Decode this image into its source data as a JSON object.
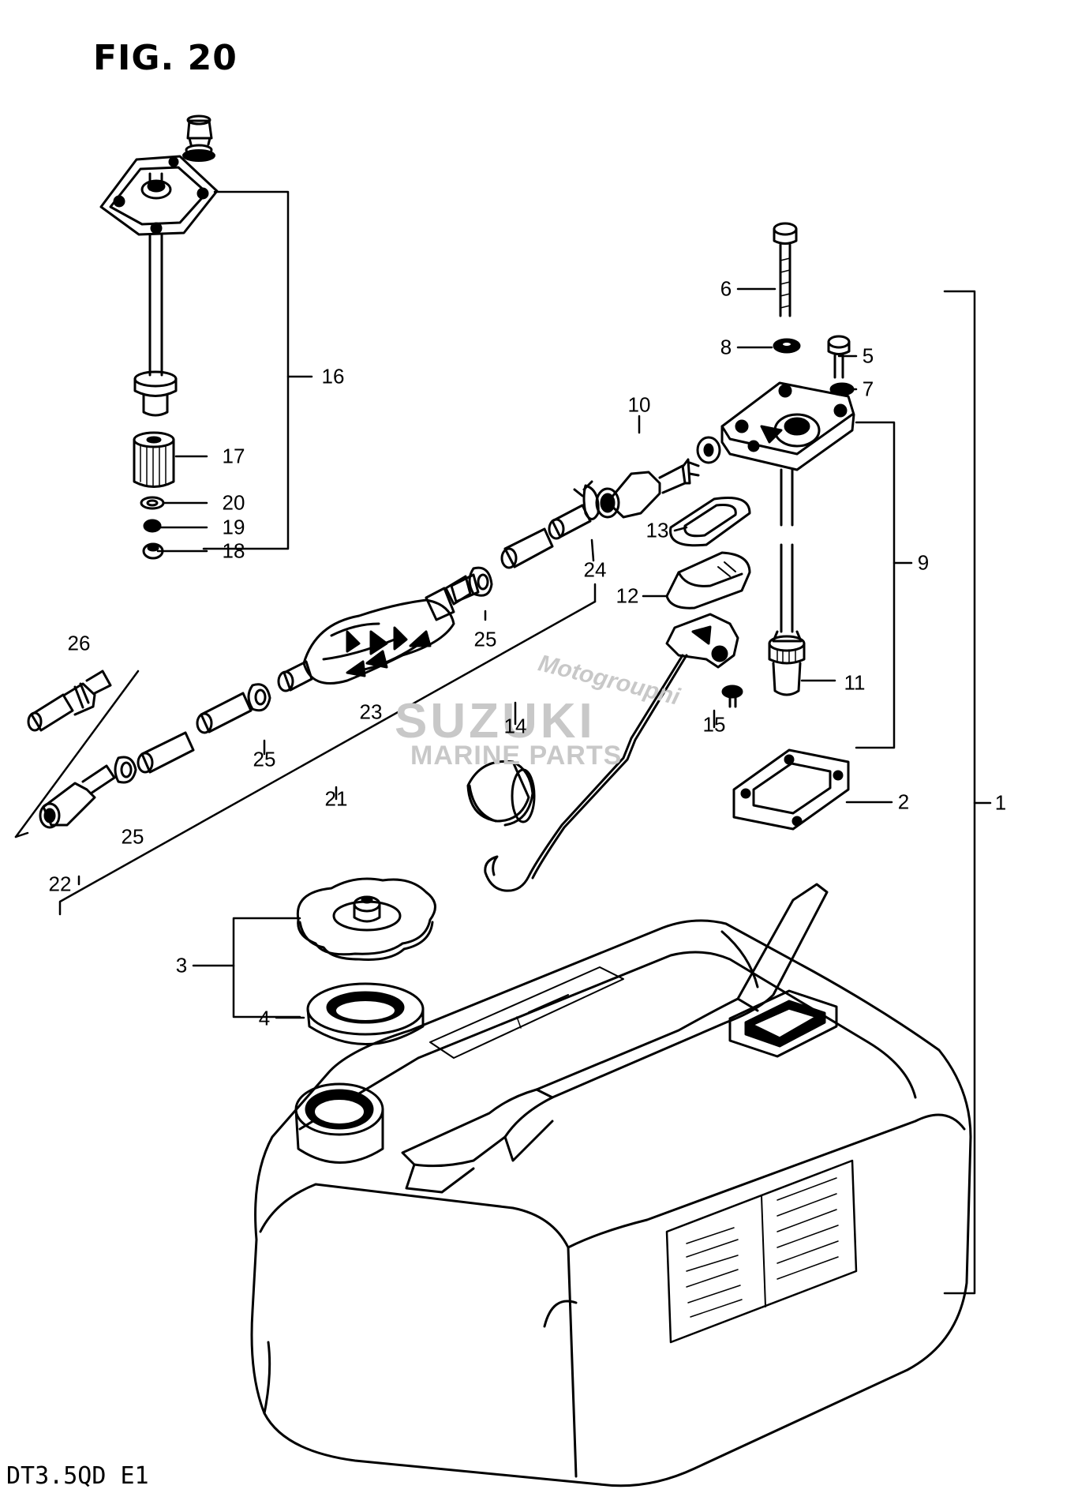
{
  "title": "FIG. 20",
  "footer": "DT3.5QD E1",
  "watermark": {
    "site": "Motogroupni",
    "brand": "SUZUKI",
    "sub": "MARINE PARTS"
  },
  "labels": {
    "l1": "1",
    "l2": "2",
    "l3": "3",
    "l4": "4",
    "l5": "5",
    "l6": "6",
    "l7": "7",
    "l8": "8",
    "l9": "9",
    "l10": "10",
    "l11": "11",
    "l12": "12",
    "l13": "13",
    "l14": "14",
    "l15": "15",
    "l16": "16",
    "l17": "17",
    "l18": "18",
    "l19": "19",
    "l20": "20",
    "l21": "21",
    "l22": "22",
    "l23": "23",
    "l24": "24",
    "l25a": "25",
    "l25b": "25",
    "l25c": "25",
    "l26": "26"
  }
}
